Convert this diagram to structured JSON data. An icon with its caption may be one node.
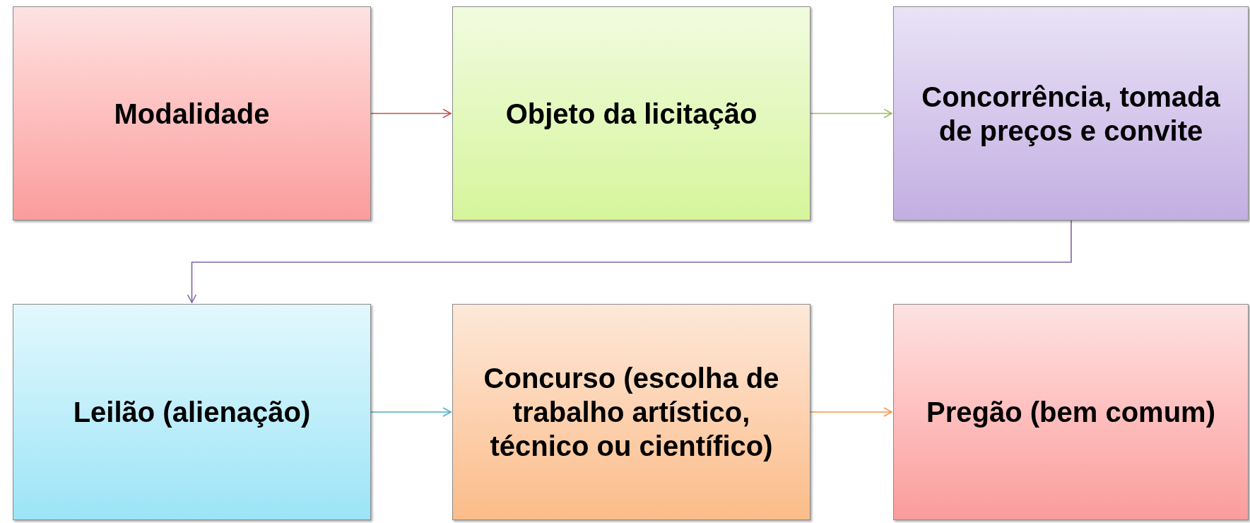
{
  "diagram": {
    "nodes": [
      {
        "text": [
          "Modalidade"
        ]
      },
      {
        "text": [
          "Objeto da licitação"
        ]
      },
      {
        "text": [
          "Concorrência, tomada de preços e convite"
        ]
      },
      {
        "text": [
          "Leilão (alienação)"
        ]
      },
      {
        "text": [
          "Concurso (escolha de trabalho artístico, técnico ou científico)"
        ]
      },
      {
        "text": [
          "Pregão (bem comum)"
        ]
      }
    ],
    "edges": [
      {
        "from": 0,
        "to": 1,
        "arrow": "to",
        "color": "#c0504d"
      },
      {
        "from": 1,
        "to": 2,
        "arrow": "to",
        "color": "#9bbb59"
      },
      {
        "from": 2,
        "to": 3,
        "arrow": "to",
        "color": "#8064a2"
      },
      {
        "from": 3,
        "to": 4,
        "arrow": "to",
        "color": "#4bacc6"
      },
      {
        "from": 4,
        "to": 5,
        "arrow": "to",
        "color": "#f79646"
      }
    ]
  }
}
